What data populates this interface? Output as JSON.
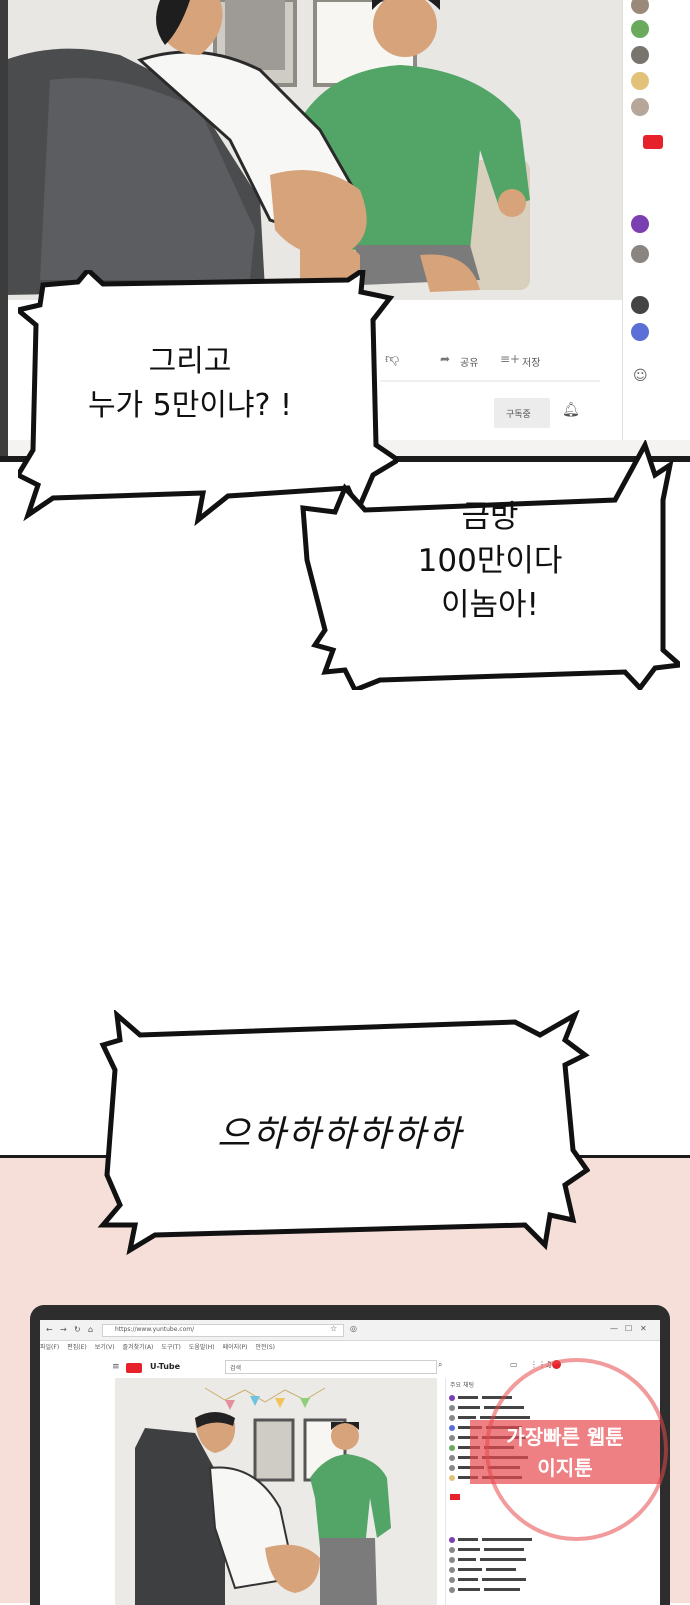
{
  "bubbles": {
    "b1_line1": "그리고",
    "b1_line2": "누가 5만이냐? !",
    "b2_line1": "금방",
    "b2_line2": "100만이다",
    "b2_line3": "이놈아!",
    "b3": "으하하하하하하"
  },
  "video_toolbar": {
    "share": "공유",
    "save": "저장",
    "subscribe": "구독중"
  },
  "browser": {
    "url": "https://www.yuntube.com/",
    "menu": [
      "파일(F)",
      "편집(E)",
      "보기(V)",
      "즐겨찾기(A)",
      "도구(T)",
      "도움말(H)",
      "페이지(P)",
      "안전(S)"
    ],
    "brand": "U-Tube",
    "search_placeholder": "검색",
    "chat_header": "주요 채팅"
  },
  "watermark": {
    "text1": "가장빠른 웹툰",
    "text2": "이지툰"
  },
  "colors": {
    "bubble_border": "#111111",
    "shirt_green": "#53a467",
    "panel_pink": "#f6dfd9",
    "youtube_red": "#e6212a",
    "stamp_red": "#e7494d"
  }
}
